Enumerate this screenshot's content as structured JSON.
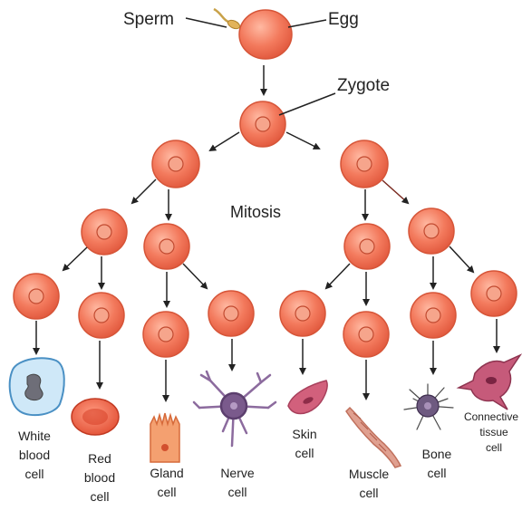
{
  "diagram": {
    "labels": {
      "sperm": "Sperm",
      "egg": "Egg",
      "zygote": "Zygote",
      "mitosis": "Mitosis"
    },
    "cell_types": {
      "white_blood": [
        "White",
        "blood",
        "cell"
      ],
      "red_blood": [
        "Red",
        "blood",
        "cell"
      ],
      "gland": [
        "Gland",
        "cell"
      ],
      "nerve": [
        "Nerve",
        "cell"
      ],
      "skin": [
        "Skin",
        "cell"
      ],
      "muscle": [
        "Muscle",
        "cell"
      ],
      "bone": [
        "Bone",
        "cell"
      ],
      "connective": [
        "Connective",
        "tissue",
        "cell"
      ]
    },
    "colors": {
      "cell_fill": "#f0765a",
      "cell_edge": "#d65538",
      "nucleus": "#f6a58c",
      "arrow": "#222222",
      "white_blood_cell": "#cfe8f8",
      "nerve_cell": "#8c6b9e",
      "connective_cell": "#c65a7a"
    }
  }
}
